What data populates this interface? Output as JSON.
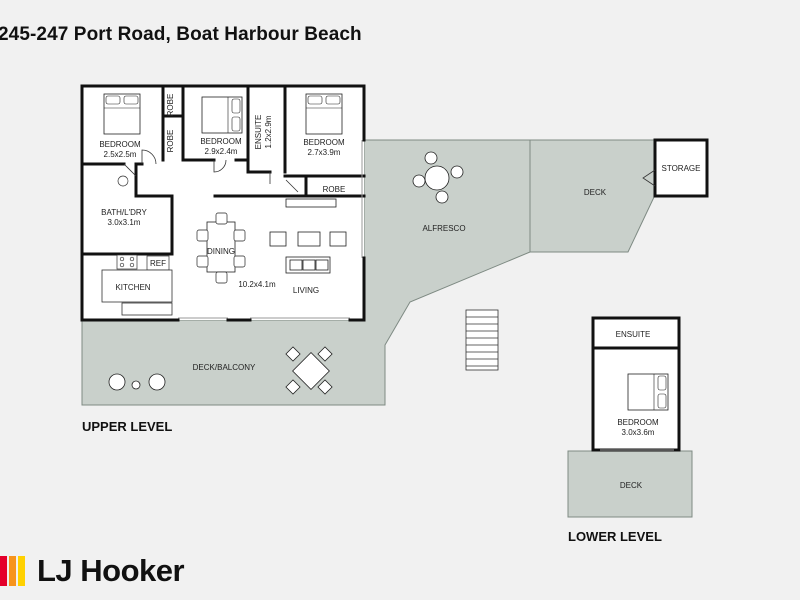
{
  "title": "245-247 Port Road, Boat Harbour Beach",
  "levels": {
    "upper": "UPPER LEVEL",
    "lower": "LOWER LEVEL"
  },
  "rooms": {
    "bedroom_1": {
      "name": "BEDROOM",
      "size": "2.5x2.5m"
    },
    "robe_1": "ROBE",
    "robe_2": "ROBE",
    "bedroom_2": {
      "name": "BEDROOM",
      "size": "2.9x2.4m"
    },
    "ensuite_upper": {
      "name": "ENSUITE",
      "size": "1.2x2.9m"
    },
    "bedroom_3": {
      "name": "BEDROOM",
      "size": "2.7x3.9m"
    },
    "robe_3": "ROBE",
    "bath": {
      "name": "BATH/L'DRY",
      "size": "3.0x3.1m"
    },
    "ref": "REF",
    "kitchen": "KITCHEN",
    "dining": "DINING",
    "living": {
      "name": "LIVING",
      "size": "10.2x4.1m"
    },
    "alfresco": "ALFRESCO",
    "deck_upper": "DECK",
    "storage": "STORAGE",
    "deck_balcony": "DECK/BALCONY",
    "ensuite_lower": "ENSUITE",
    "bedroom_lower": {
      "name": "BEDROOM",
      "size": "3.0x3.6m"
    },
    "deck_lower": "DECK"
  },
  "brand": {
    "name": "LJ Hooker",
    "colors": [
      "#e4002b",
      "#f7941d",
      "#ffd100"
    ],
    "wall_color": "#111111",
    "outdoor_color": "#c9d0cb",
    "outdoor_stroke": "#7e8a83"
  }
}
